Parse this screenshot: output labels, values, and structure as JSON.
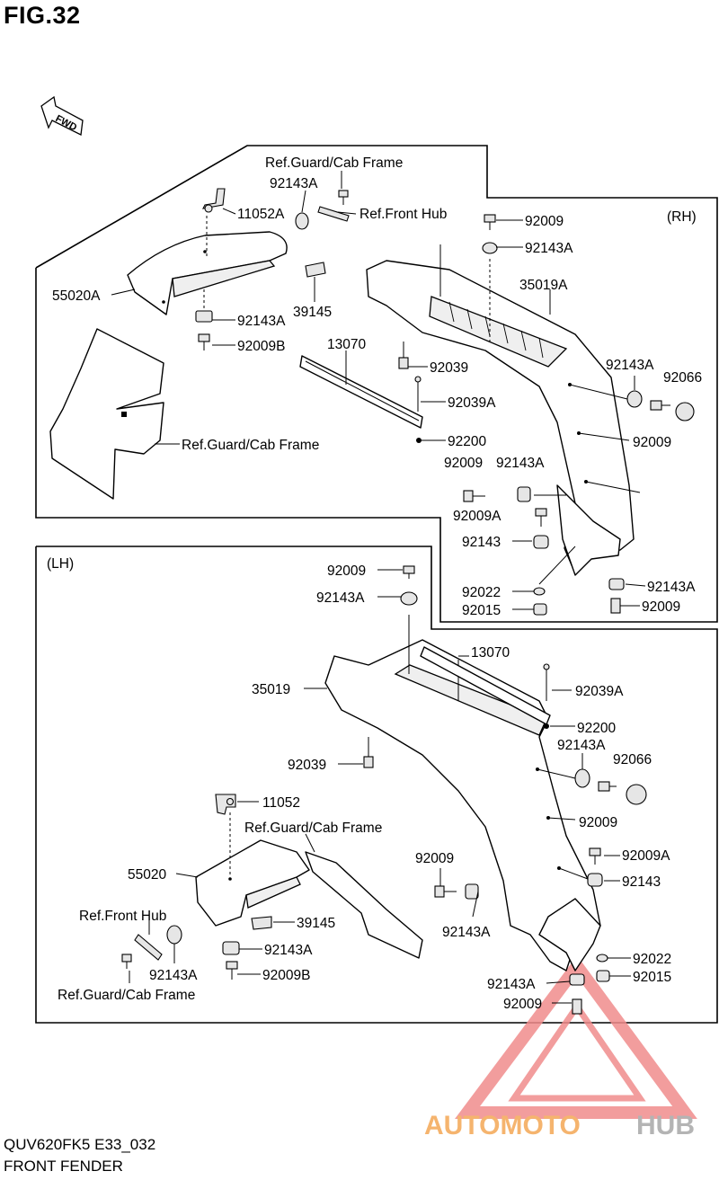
{
  "figure": {
    "title": "FIG.32",
    "model_code": "QUV620FK5 E33_032",
    "caption": "FRONT FENDER"
  },
  "fwd_label": "FWD",
  "watermark": {
    "text_a": "AUTOMOTO",
    "text_b": "HUB",
    "color_a": "#f5b46e",
    "color_b": "#b4b4b4",
    "triangle_color": "#f08c8c"
  },
  "rh": {
    "side_label": "(RH)",
    "labels": {
      "ref_guard_top": "Ref.Guard/Cab Frame",
      "p92143A_a": "92143A",
      "p11052A": "11052A",
      "ref_front_hub": "Ref.Front Hub",
      "p55020A": "55020A",
      "p92143A_b": "92143A",
      "p39145": "39145",
      "p92009B": "92009B",
      "p13070": "13070",
      "ref_guard_mid": "Ref.Guard/Cab Frame",
      "p92009_a": "92009",
      "p92143A_c": "92143A",
      "p35019A": "35019A",
      "p92039": "92039",
      "p92039A": "92039A",
      "p92200": "92200",
      "p92143A_d": "92143A",
      "p92066": "92066",
      "p92009_b": "92009",
      "p92009_c": "92009",
      "p92143A_e": "92143A",
      "p92009A": "92009A",
      "p92143": "92143",
      "p92022": "92022",
      "p92015": "92015",
      "p92143A_f": "92143A",
      "p92009_d": "92009"
    }
  },
  "lh": {
    "side_label": "(LH)",
    "labels": {
      "p92009_a": "92009",
      "p92143A_a": "92143A",
      "p13070": "13070",
      "p35019": "35019",
      "p92039A": "92039A",
      "p92200": "92200",
      "p92039": "92039",
      "p92143A_b": "92143A",
      "p92066": "92066",
      "p11052": "11052",
      "p92009_b": "92009",
      "ref_guard_mid": "Ref.Guard/Cab Frame",
      "p92009_c": "92009",
      "p92009A": "92009A",
      "p55020": "55020",
      "p92143": "92143",
      "ref_front_hub": "Ref.Front Hub",
      "p39145": "39145",
      "p92143A_c": "92143A",
      "p92143A_d": "92143A",
      "p92022": "92022",
      "p92143A_e": "92143A",
      "p92015": "92015",
      "p92009B": "92009B",
      "ref_guard_bottom": "Ref.Guard/Cab Frame",
      "p92143A_f": "92143A",
      "p92009_d": "92009"
    }
  }
}
